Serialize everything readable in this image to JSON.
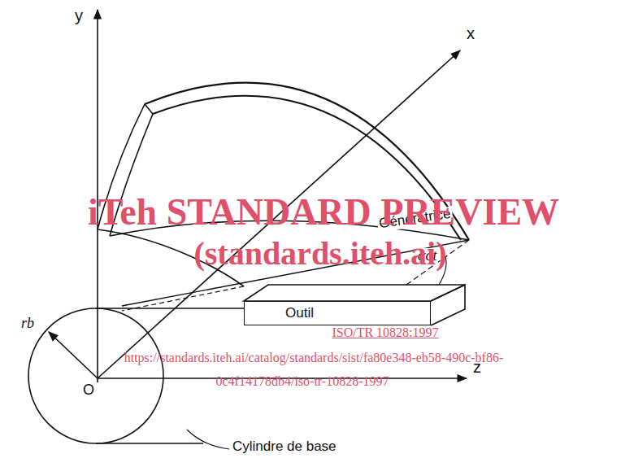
{
  "diagram": {
    "nodes": [
      {
        "text": [
          "Outil"
        ]
      }
    ],
    "labels": [
      "y",
      "x",
      "Génératrice",
      "αot",
      "iTeh STANDARD PREVIEW",
      "(standards.iteh.ai)",
      "ISO/TR 10828:1997",
      "https://standards.iteh.ai/catalog/standards/sist/fa80e348-eb58-490c-bf86-",
      "0c4f14178db4/iso-tr-10828-1997",
      "rb",
      "O",
      "z",
      "Cylindre de base"
    ]
  }
}
